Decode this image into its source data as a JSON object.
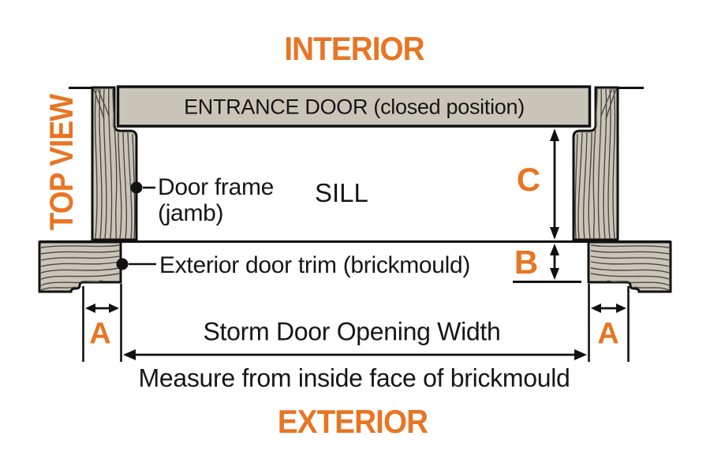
{
  "orientation": {
    "top": "INTERIOR",
    "bottom": "EXTERIOR",
    "side": "TOP VIEW"
  },
  "door": {
    "label": "ENTRANCE DOOR (closed position)"
  },
  "callouts": {
    "door_frame_line1": "Door frame",
    "door_frame_line2": "(jamb)",
    "sill": "SILL",
    "exterior_trim": "Exterior door trim (brickmould)"
  },
  "dimensions": {
    "a_left": "A",
    "a_right": "A",
    "b": "B",
    "c": "C",
    "opening_width_label": "Storm Door Opening Width",
    "measure_note": "Measure from inside face of brickmould"
  },
  "colors": {
    "accent_orange": "#E87523",
    "wood_fill": "#C9C5B9",
    "line_ink": "#111111"
  }
}
